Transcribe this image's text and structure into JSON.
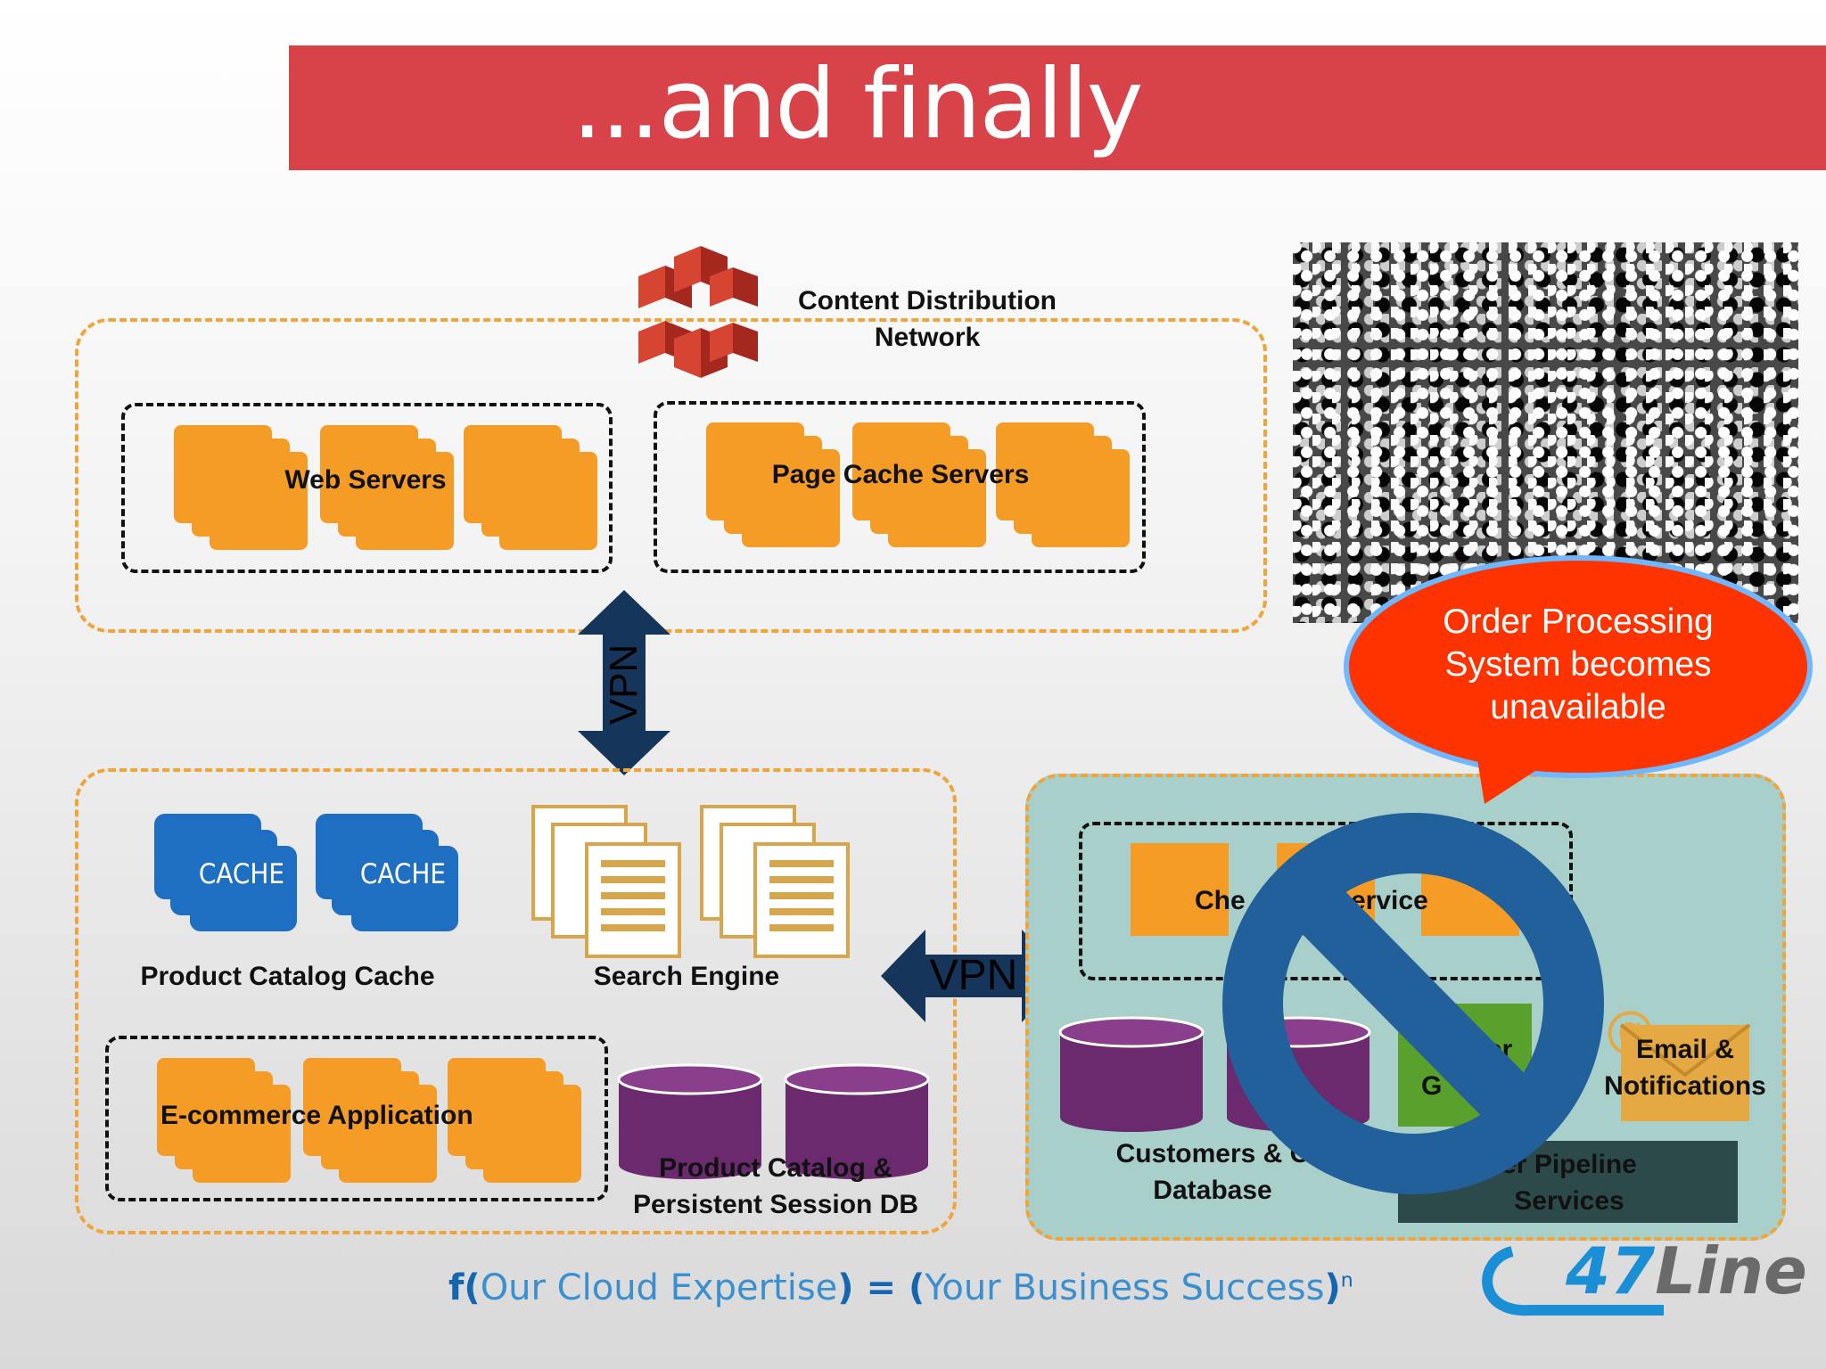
{
  "slide": {
    "title": "...and finally"
  },
  "cdn": {
    "label_line1": "Content Distribution",
    "label_line2": "Network"
  },
  "web_tier": {
    "web_servers_label": "Web Servers",
    "page_cache_label": "Page Cache Servers"
  },
  "vpn": {
    "vertical_label": "VPN",
    "horizontal_label": "VPN"
  },
  "app_tier": {
    "cache_label": "Product Catalog Cache",
    "cache_icon_text": "CACHE",
    "search_label": "Search Engine",
    "ecommerce_label": "E-commerce Application",
    "db_label_line1": "Product Catalog &",
    "db_label_line2": "Persistent Session DB"
  },
  "order_tier": {
    "checkout_label_a": "Che",
    "checkout_label_b": "ervice",
    "customers_label_line1": "Customers & C",
    "customers_label_line2": "Database",
    "generator_label_a": "er",
    "generator_label_b": "G",
    "email_label_line1": "Email &",
    "email_label_line2": "Notifications",
    "pipeline_label_line1": "er Pipeline",
    "pipeline_label_line2": "Services"
  },
  "callout": {
    "line1": "Order Processing",
    "line2": "System becomes",
    "line3": "unavailable"
  },
  "footer": {
    "f_open": "f(",
    "left": "Our Cloud Expertise",
    "middle": ") = (",
    "right": "Your Business Success",
    "close": ")",
    "exponent": "n"
  },
  "logo": {
    "text_a": "47",
    "text_b": "Line"
  },
  "colors": {
    "title_bar": "#d8434a",
    "server_orange": "#f49c26",
    "database_purple": "#6b2a6e",
    "cache_blue": "#1e6fc2",
    "vpn_navy": "#15365a",
    "callout_red": "#ff3300",
    "block_sign_blue": "#21609a",
    "order_panel": "#a9cfcb"
  }
}
